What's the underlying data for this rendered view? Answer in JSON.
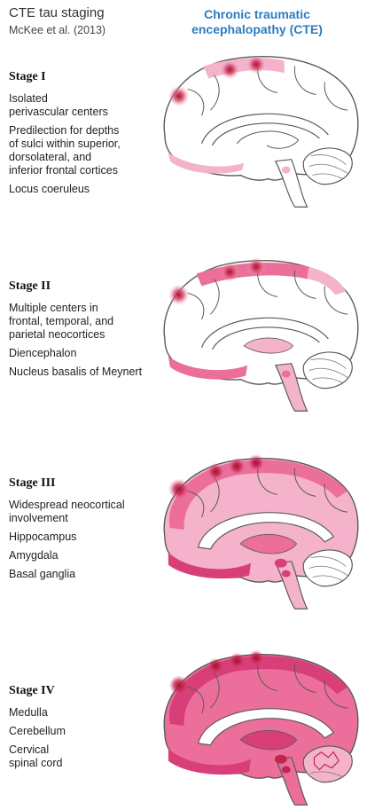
{
  "header": {
    "title": "CTE tau staging",
    "subtitle": "McKee et al. (2013)",
    "right_title_line1": "Chronic traumatic",
    "right_title_line2": "encephalopathy (CTE)"
  },
  "colors": {
    "title_blue": "#2b7cc0",
    "brain_outline": "#5a5a5a",
    "light_pink": "#f4b3ca",
    "medium_pink": "#ec6e9b",
    "dark_pink": "#d83f79",
    "focus_red": "#a8102a"
  },
  "stages": [
    {
      "title": "Stage I",
      "items": [
        "Isolated\nperivascular centers",
        "Predilection for depths\nof sulci within superior,\ndorsolateral, and\ninferior frontal cortices",
        "Locus coeruleus"
      ]
    },
    {
      "title": "Stage II",
      "items": [
        "Multiple centers in\nfrontal, temporal, and\nparietal neocortices",
        "Diencephalon",
        "Nucleus basalis of Meynert"
      ]
    },
    {
      "title": "Stage III",
      "items": [
        "Widespread neocortical\ninvolvement",
        "Hippocampus",
        "Amygdala",
        "Basal ganglia"
      ]
    },
    {
      "title": "Stage IV",
      "items": [
        "Medulla",
        "Cerebellum",
        "Cervical\nspinal cord"
      ]
    }
  ]
}
